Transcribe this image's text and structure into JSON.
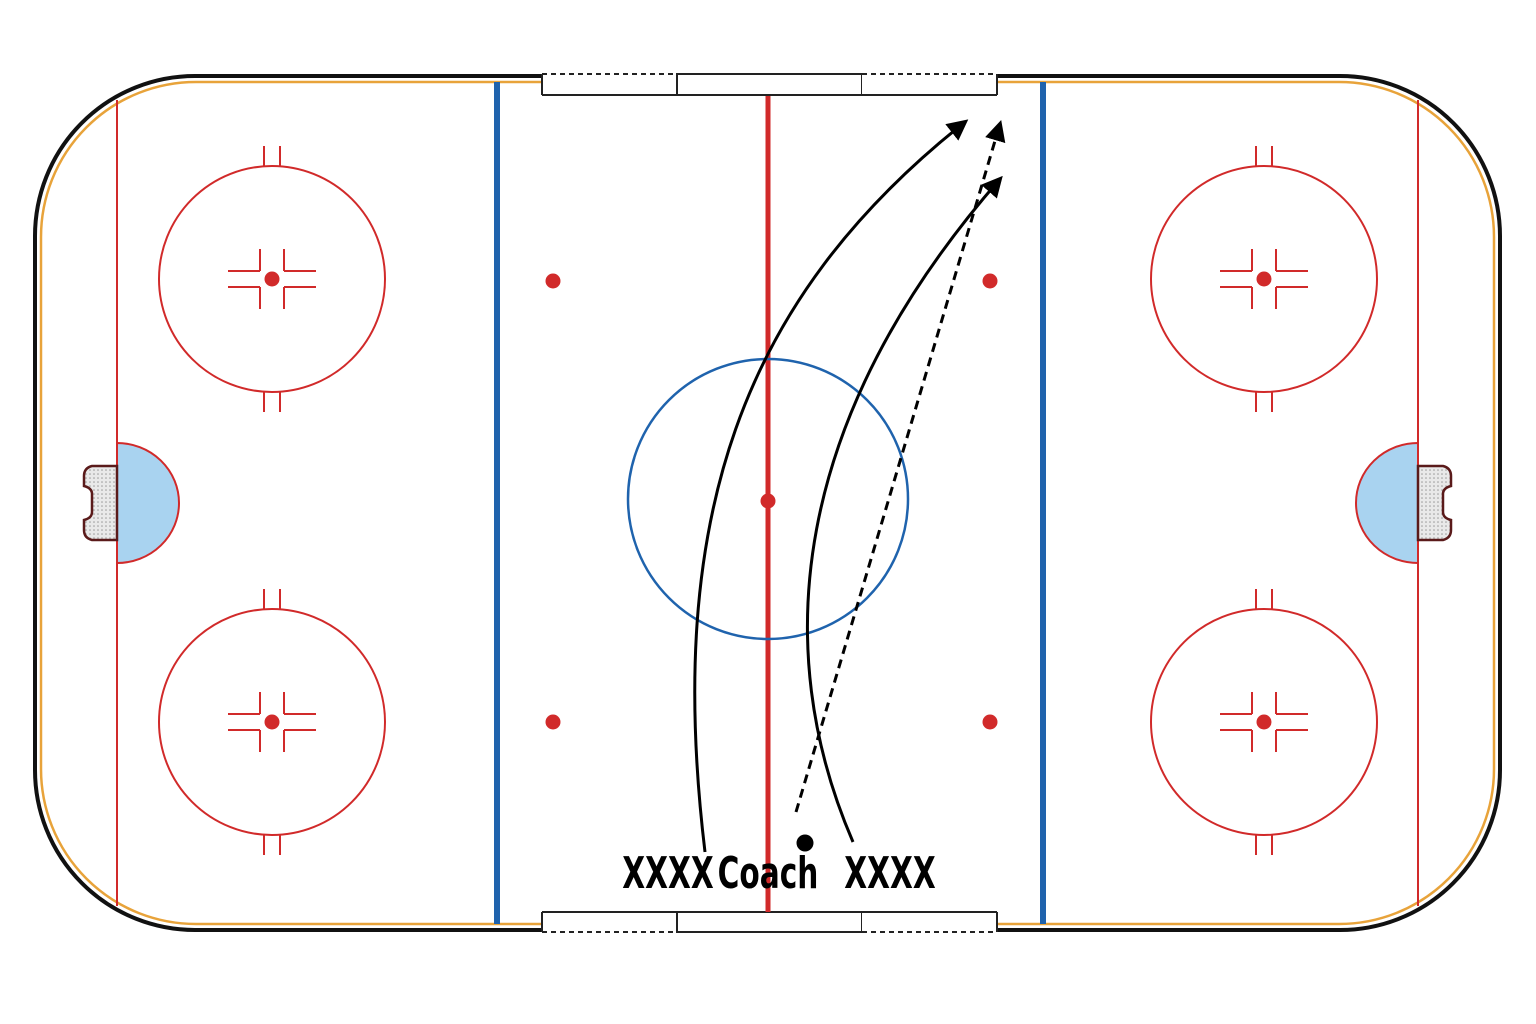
{
  "diagram": {
    "type": "hockey-rink-drill",
    "labels": {
      "left_group": "XXXX",
      "coach": "Coach",
      "right_group": "XXXX"
    },
    "paths": [
      {
        "kind": "skate",
        "style": "solid",
        "from": "left_group",
        "to": "top-right-zone"
      },
      {
        "kind": "skate",
        "style": "solid",
        "from": "right_group",
        "to": "top-right-zone"
      },
      {
        "kind": "pass",
        "style": "dashed",
        "from": "coach",
        "to": "top-right-zone"
      }
    ],
    "puck": {
      "name": "puck",
      "at": "coach"
    }
  },
  "colors": {
    "board": "#111111",
    "board_inner": "#e8a33a",
    "red_line": "#d12a2a",
    "blue_line": "#1f63ad",
    "crease": "#a9d3f0",
    "ink": "#000000"
  }
}
